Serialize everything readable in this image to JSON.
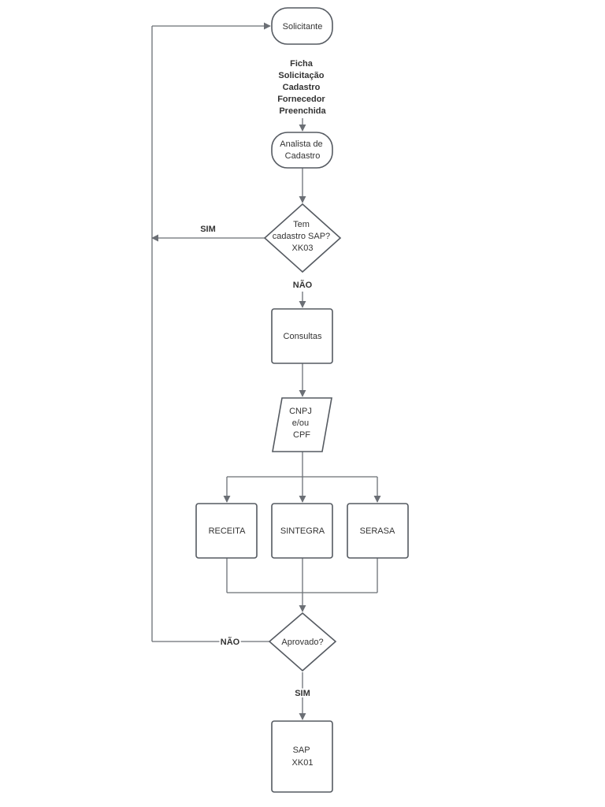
{
  "nodes": {
    "solicitante": "Solicitante",
    "analista": [
      "Analista de",
      "Cadastro"
    ],
    "tem_cadastro": [
      "Tem",
      "cadastro SAP?",
      "XK03"
    ],
    "consultas": "Consultas",
    "cnpj": [
      "CNPJ",
      "e/ou",
      "CPF"
    ],
    "receita": "RECEITA",
    "sintegra": "SINTEGRA",
    "serasa": "SERASA",
    "aprovado": "Aprovado?",
    "sap": [
      "SAP",
      "XK01"
    ]
  },
  "labels": {
    "ficha": [
      "Ficha",
      "Solicitação",
      "Cadastro",
      "Fornecedor",
      "Preenchida"
    ],
    "sim_top": "SIM",
    "nao_top": "NÃO",
    "nao_bottom": "NÃO",
    "sim_bottom": "SIM"
  },
  "colors": {
    "stroke": "#555a61",
    "edge": "#6b6f75",
    "text": "#333333"
  }
}
